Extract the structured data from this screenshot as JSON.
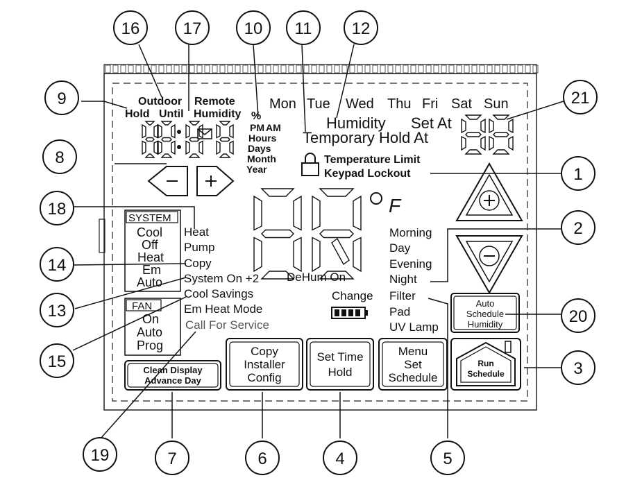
{
  "callouts": [
    "1",
    "2",
    "3",
    "4",
    "5",
    "6",
    "7",
    "8",
    "9",
    "10",
    "11",
    "12",
    "13",
    "14",
    "15",
    "16",
    "17",
    "18",
    "19",
    "20",
    "21"
  ],
  "lcd": {
    "outdoor": "Outdoor",
    "remote": "Remote",
    "hold": "Hold",
    "until": "Until",
    "humidity_label": "Humidity",
    "percent": "%",
    "pm": "PM",
    "am": "AM",
    "hours": "Hours",
    "days": "Days",
    "month": "Month",
    "year": "Year",
    "weekdays": [
      "Mon",
      "Tue",
      "Wed",
      "Thu",
      "Fri",
      "Sat",
      "Sun"
    ],
    "humidity": "Humidity",
    "set_at": "Set At",
    "temporary_hold_at": "Temporary Hold At",
    "temperature_limit": "Temperature Limit",
    "keypad_lockout": "Keypad Lockout",
    "degree_f": "F",
    "system_label": "SYSTEM",
    "system_modes": [
      "Cool",
      "Off",
      "Heat",
      "Em",
      "Auto"
    ],
    "heat": "Heat",
    "pump": "Pump",
    "copy": "Copy",
    "system_on": "System On +2",
    "cool_savings": "Cool Savings",
    "em_heat_mode": "Em Heat Mode",
    "call_for_service": "Call For Service",
    "fan_label": "FAN",
    "fan_modes": [
      "On",
      "Auto",
      "Prog"
    ],
    "dehum_on": "DeHum On",
    "change": "Change",
    "filter": "Filter",
    "pad": "Pad",
    "uv_lamp": "UV Lamp",
    "periods": [
      "Morning",
      "Day",
      "Evening",
      "Night"
    ]
  },
  "buttons": {
    "clean_display": "Clean Display",
    "advance_day": "Advance Day",
    "copy": "Copy",
    "installer": "Installer",
    "config": "Config",
    "set_time": "Set Time",
    "hold": "Hold",
    "menu": "Menu",
    "set": "Set",
    "schedule": "Schedule",
    "run": "Run",
    "run_schedule": "Schedule",
    "auto": "Auto",
    "auto_schedule": "Schedule",
    "auto_humidity": "Humidity"
  }
}
